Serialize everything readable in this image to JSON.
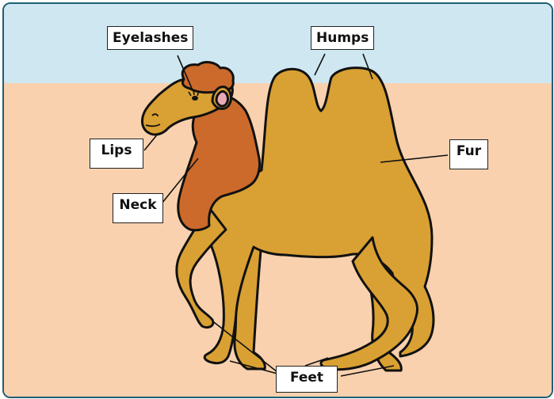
{
  "colors": {
    "sky": "#cfe7f1",
    "sand": "#f9d1ae",
    "body": "#d9a033",
    "neck_fur": "#cb6a2b",
    "outline": "#111111",
    "inner_ear": "#e8a9b6",
    "frame_border": "#1f5f72"
  },
  "labels": {
    "eyelashes": "Eyelashes",
    "humps": "Humps",
    "lips": "Lips",
    "fur": "Fur",
    "neck": "Neck",
    "feet": "Feet"
  }
}
